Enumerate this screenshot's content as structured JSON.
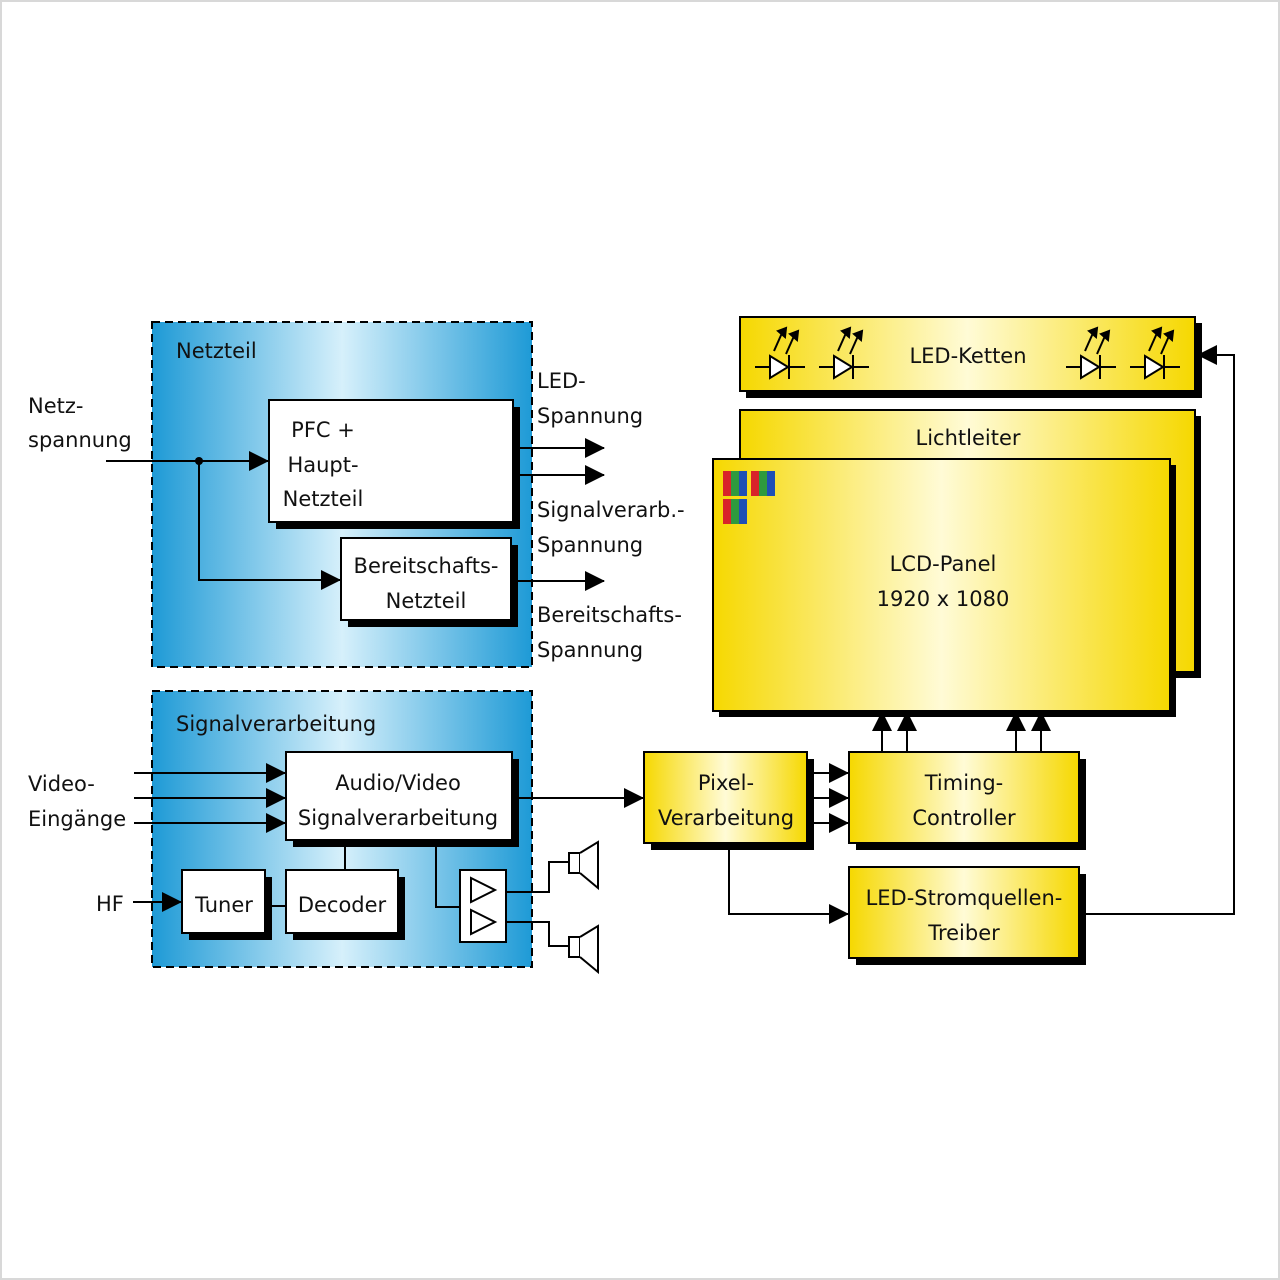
{
  "groups": {
    "netzteil": "Netzteil",
    "signalverarbeitung": "Signalverarbeitung"
  },
  "inputs": {
    "netzspannung": [
      "Netz-",
      "spannung"
    ],
    "video": [
      "Video-",
      "Eingänge"
    ],
    "hf": "HF"
  },
  "blocks": {
    "pfc": [
      "PFC +",
      "Haupt-",
      "Netzteil"
    ],
    "bereitschaft": [
      "Bereitschafts-",
      "Netzteil"
    ],
    "audio_video": [
      "Audio/Video",
      "Signalverarbeitung"
    ],
    "tuner": "Tuner",
    "decoder": "Decoder",
    "pixel": [
      "Pixel-",
      "Verarbeitung"
    ],
    "timing": [
      "Timing-",
      "Controller"
    ],
    "led_treiber": [
      "LED-Stromquellen-",
      "Treiber"
    ],
    "led_ketten": "LED-Ketten",
    "lichtleiter": "Lichtleiter",
    "lcd_panel": [
      "LCD-Panel",
      "1920 x 1080"
    ]
  },
  "outputs": {
    "led_spannung": [
      "LED-",
      "Spannung"
    ],
    "signal_spannung": [
      "Signalverarb.-",
      "Spannung"
    ],
    "bereitschafts_spannung": [
      "Bereitschafts-",
      "Spannung"
    ]
  },
  "colors": {
    "group_blue": "#1e9ad6",
    "group_light": "#d6f0fb",
    "yellow": "#f6d800",
    "yellow_light": "#fffbd6",
    "pixel_red": "#d8232a",
    "pixel_green": "#2e9a3e",
    "pixel_blue": "#1f4fb5"
  }
}
